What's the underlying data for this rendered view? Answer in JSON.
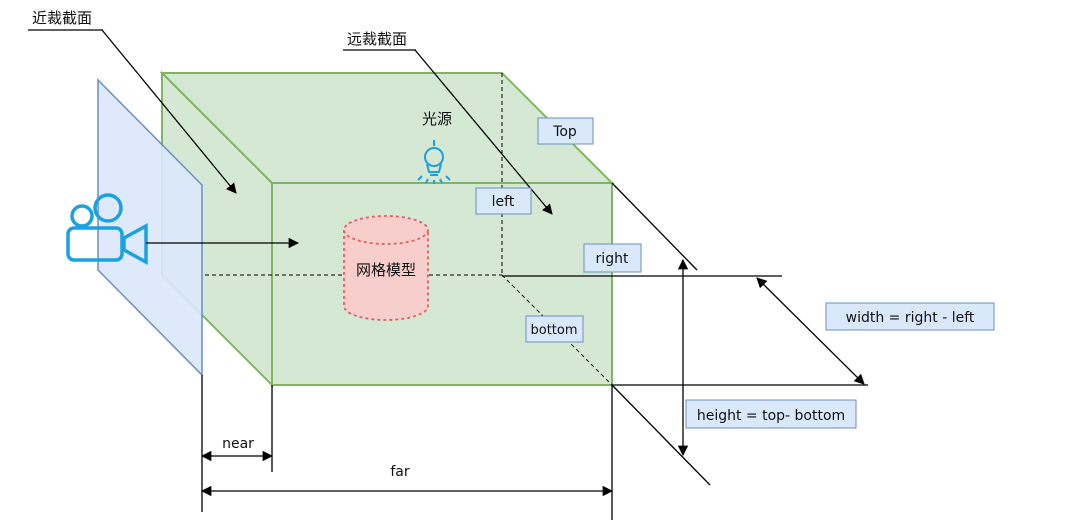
{
  "labels": {
    "near_plane": "近裁截面",
    "far_plane": "远裁截面",
    "light_source": "光源",
    "mesh_model": "网格模型",
    "top": "Top",
    "left": "left",
    "right": "right",
    "bottom": "bottom",
    "width_formula": "width = right - left",
    "height_formula": "height = top- bottom",
    "near": "near",
    "far": "far"
  },
  "colors": {
    "frustum_fill": "#d5e8d4",
    "frustum_stroke": "#82b366",
    "near_plane_fill": "#dae8fc",
    "near_plane_stroke": "#6c8ebf",
    "label_box_fill": "#dae8fc",
    "label_box_stroke": "#6c8ebf",
    "mesh_fill": "#f8cecc",
    "mesh_stroke": "#e06060",
    "icon_blue": "#1ba1e2"
  },
  "icons": {
    "camera": "video-camera-icon",
    "light": "light-bulb-icon"
  }
}
